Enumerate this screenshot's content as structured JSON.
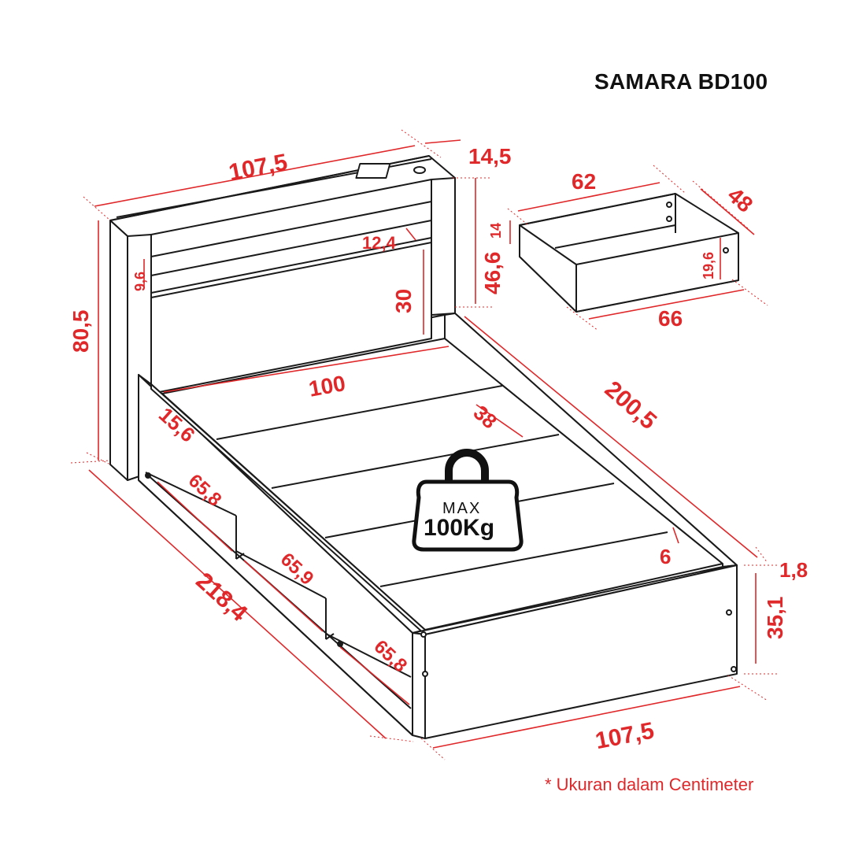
{
  "title": "SAMARA BD100",
  "note": "* Ukuran dalam Centimeter",
  "colors": {
    "dimension": "#e0282a",
    "outline": "#1a1a1a",
    "background": "#ffffff"
  },
  "badge": {
    "line1": "MAX",
    "line2": "100Kg",
    "icon": "weight-icon"
  },
  "dimensions": {
    "headboard_width": "107,5",
    "headboard_depth": "14,5",
    "total_height": "80,5",
    "headboard_panel_height": "46,6",
    "shelf_gap": "12,4",
    "shelf_height": "9,6",
    "headboard_board": "30",
    "inner_width": "100",
    "side_rail": "15,6",
    "slat_gap": "38",
    "inner_length": "200,5",
    "rail_offset": "6",
    "footboard_thickness": "1,8",
    "footboard_height": "35,1",
    "footboard_width": "107,5",
    "total_length": "218,4",
    "storage_1": "65,8",
    "storage_2": "65,9",
    "storage_3": "65,8",
    "drawer_width": "62",
    "drawer_depth": "48",
    "drawer_height": "14",
    "drawer_front_height": "19,6",
    "drawer_front_width": "66"
  }
}
